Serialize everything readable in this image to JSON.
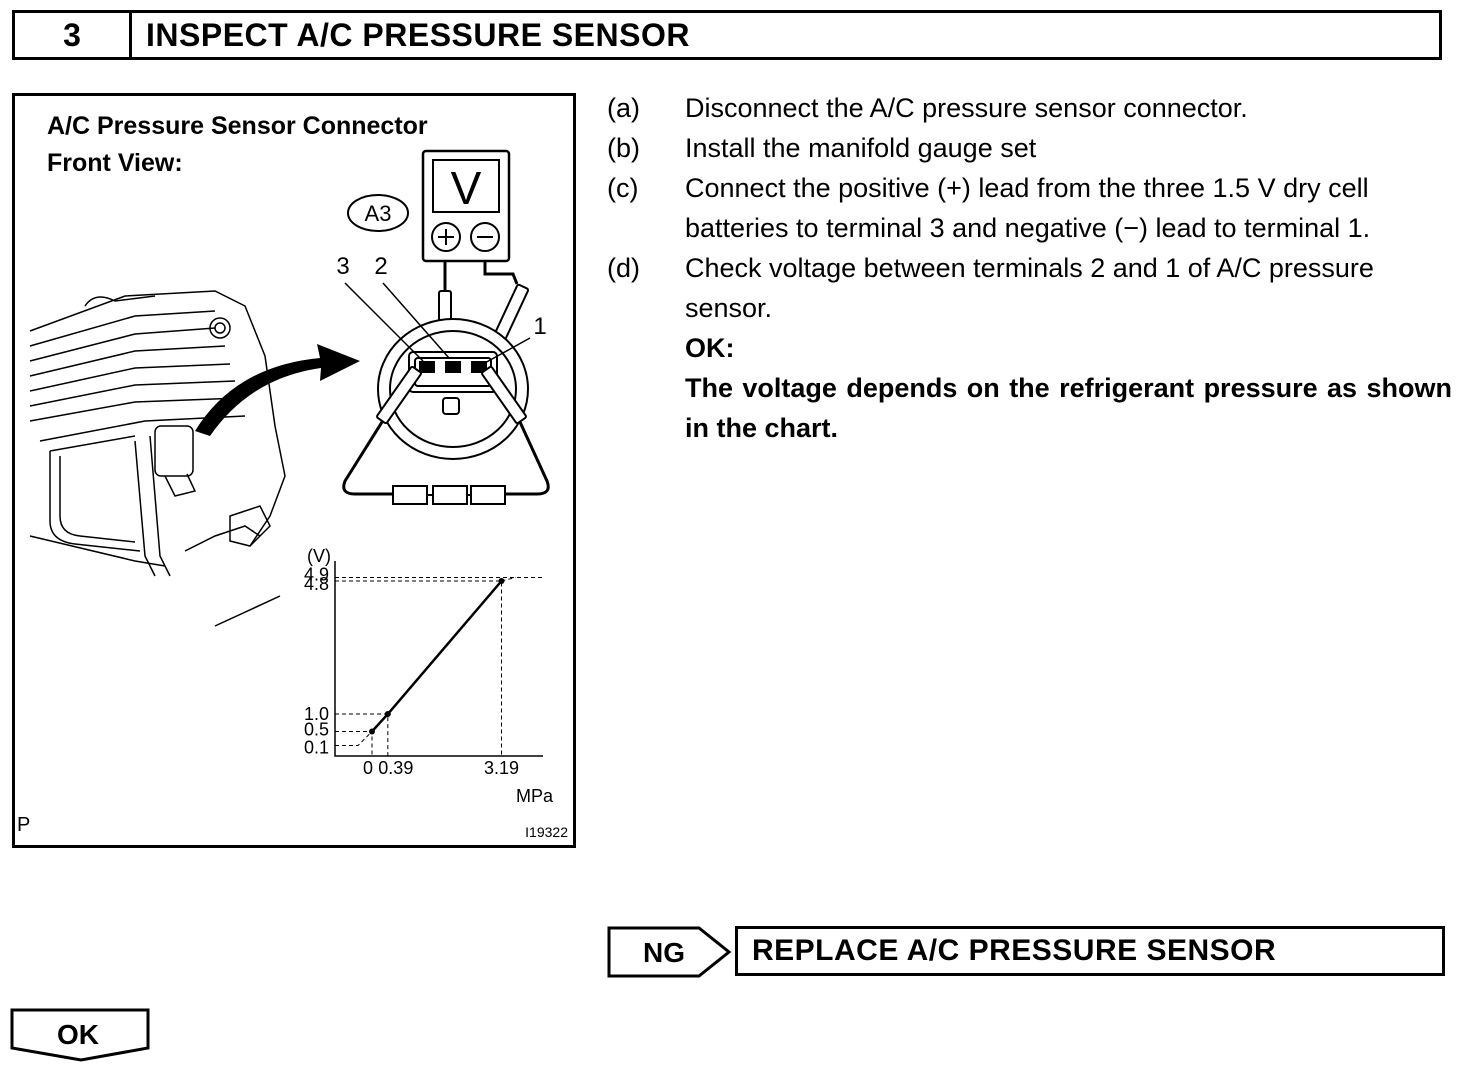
{
  "header": {
    "step_number": "3",
    "title": "INSPECT A/C PRESSURE SENSOR"
  },
  "figure": {
    "title_line1": "A/C Pressure Sensor Connector",
    "title_line2": "Front View:",
    "connector_code": "A3",
    "meter_symbol": "V",
    "terminal_labels": [
      "3",
      "2",
      "1"
    ],
    "corner_mark": "P",
    "figure_code": "I19322"
  },
  "steps": [
    {
      "label": "(a)",
      "text": "Disconnect the A/C pressure sensor connector."
    },
    {
      "label": "(b)",
      "text": "Install the manifold gauge set"
    },
    {
      "label": "(c)",
      "text": "Connect the positive (+) lead from the three 1.5 V dry cell batteries to terminal 3 and negative (−) lead to terminal 1."
    },
    {
      "label": "(d)",
      "text": "Check voltage between terminals 2 and 1 of A/C pressure sensor."
    }
  ],
  "ok": {
    "label": "OK:",
    "text": "The voltage depends on the refrigerant pressure as shown in the chart."
  },
  "ng": {
    "label": "NG",
    "action": "REPLACE A/C PRESSURE SENSOR"
  },
  "ok_button": {
    "label": "OK"
  },
  "chart_data": {
    "type": "line",
    "xlabel": "MPa",
    "ylabel": "(V)",
    "x_ticks": [
      "0",
      "0.39",
      "3.19"
    ],
    "y_ticks": [
      "0.1",
      "0.5",
      "1.0",
      "4.8",
      "4.9"
    ],
    "series": [
      {
        "x": [
          0,
          0.39,
          3.19
        ],
        "y": [
          0.5,
          1.0,
          4.8
        ]
      }
    ],
    "reference_lines": {
      "dashed_extension_low": [
        0.1,
        0.5
      ],
      "dashed_extension_high": [
        4.8,
        4.9
      ]
    },
    "grid": false
  }
}
